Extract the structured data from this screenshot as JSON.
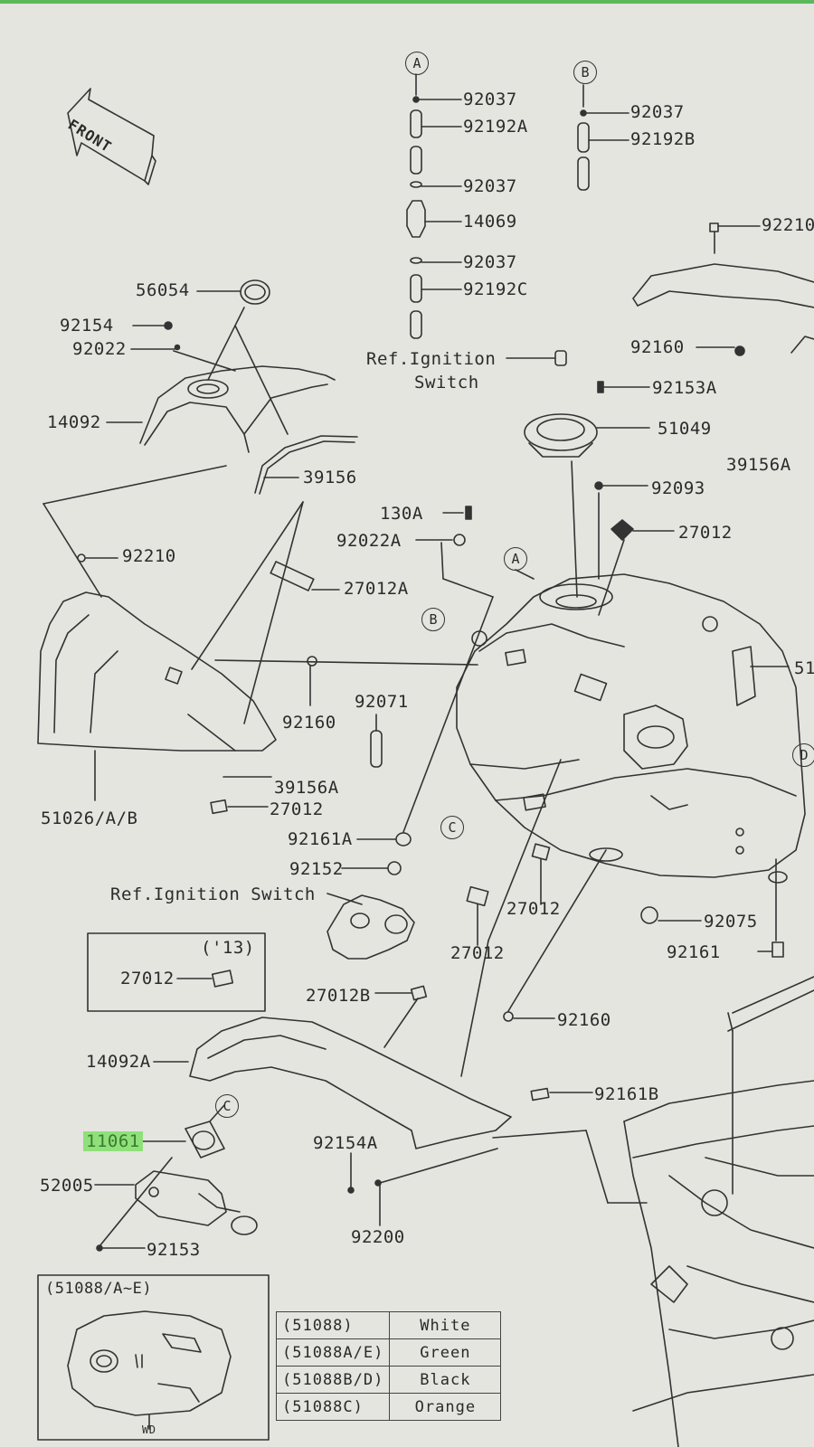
{
  "front_label": "FRONT",
  "callouts": {
    "A": "A",
    "B": "B",
    "C": "C",
    "D": "D"
  },
  "labels": {
    "p92037_1": "92037",
    "p92192A": "92192A",
    "p92037_2": "92037",
    "p14069": "14069",
    "p92037_3": "92037",
    "p92192C": "92192C",
    "p92037_4": "92037",
    "p92192B": "92192B",
    "p92210_top": "92210",
    "p56054": "56054",
    "p92154": "92154",
    "p92022": "92022",
    "p14092": "14092",
    "p39156": "39156",
    "ref_ignition_1": "Ref.Ignition",
    "ref_ignition_2": "Switch",
    "p92160_top": "92160",
    "p92153A": "92153A",
    "p51049": "51049",
    "p39156A_top": "39156A",
    "p92093": "92093",
    "p130A": "130A",
    "p92022A": "92022A",
    "p27012_top": "27012",
    "p92210": "92210",
    "p27012A": "27012A",
    "p51_right": "51",
    "p92160_mid": "92160",
    "p92071": "92071",
    "p39156A": "39156A",
    "p27012_mid": "27012",
    "p51026": "51026/A/B",
    "p92161A": "92161A",
    "p92152": "92152",
    "ref_ignition_switch": "Ref.Ignition Switch",
    "p27012_r1": "27012",
    "p27012_r2": "27012",
    "p92075": "92075",
    "p92161": "92161",
    "year13": "('13)",
    "p27012_box": "27012",
    "p27012B": "27012B",
    "p92160_low": "92160",
    "p14092A": "14092A",
    "p92161B": "92161B",
    "p11061": "11061",
    "p92154A": "92154A",
    "p52005": "52005",
    "p92200": "92200",
    "p92153": "92153",
    "inset_title": "(51088/A~E)",
    "inset_note": "WD"
  },
  "color_table": [
    {
      "code": "(51088)",
      "color": "White"
    },
    {
      "code": "(51088A/E)",
      "color": "Green"
    },
    {
      "code": "(51088B/D)",
      "color": "Black"
    },
    {
      "code": "(51088C)",
      "color": "Orange"
    }
  ],
  "colors": {
    "background": "#e4e5df",
    "ink": "#2b2b2b",
    "highlight": "#8fe07a"
  }
}
